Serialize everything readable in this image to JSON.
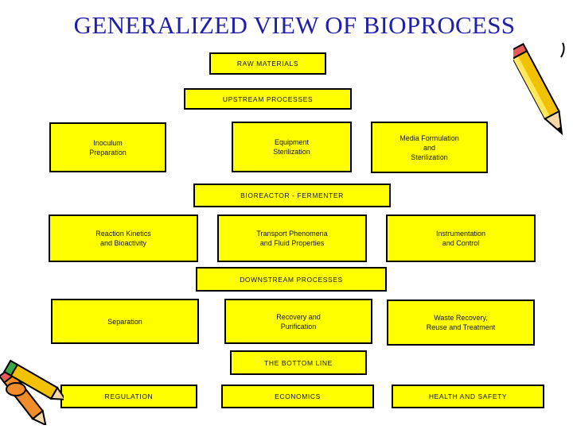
{
  "title": "GENERALIZED VIEW OF BIOPROCESS",
  "raw_materials": "RAW MATERIALS",
  "upstream": {
    "header": "UPSTREAM PROCESSES",
    "items": [
      "Inoculum\nPreparation",
      "Equipment\nSterilization",
      "Media Formulation\nand\nSterilization"
    ]
  },
  "bioreactor": {
    "header": "BIOREACTOR - FERMENTER",
    "items": [
      "Reaction Kinetics\nand Bioactivity",
      "Transport Phenomena\nand Fluid Properties",
      "Instrumentation\nand Control"
    ]
  },
  "downstream": {
    "header": "DOWNSTREAM PROCESSES",
    "items": [
      "Separation",
      "Recovery and\nPurification",
      "Waste Recovery,\nReuse and Treatment"
    ]
  },
  "bottom_line": {
    "header": "THE BOTTOM LINE",
    "items": [
      "REGULATION",
      "ECONOMICS",
      "HEALTH AND SAFETY"
    ]
  }
}
